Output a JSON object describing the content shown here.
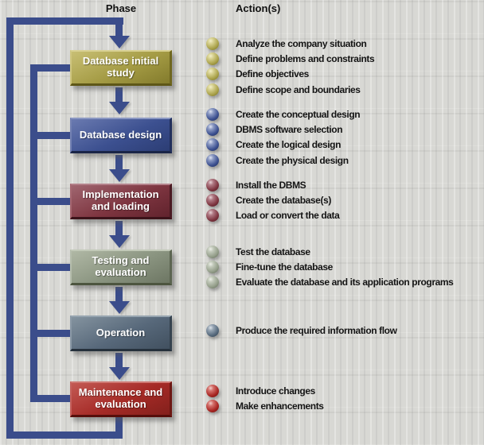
{
  "columns": {
    "phase_label": "Phase",
    "actions_label": "Action(s)"
  },
  "phases": [
    {
      "name": "Database initial study",
      "box_color": "#a49b44",
      "bullet_color": "#aaa24a",
      "actions": [
        "Analyze the company situation",
        "Define problems and constraints",
        "Define objectives",
        "Define scope and boundaries"
      ]
    },
    {
      "name": "Database design",
      "box_color": "#3c5090",
      "bullet_color": "#3c5090",
      "actions": [
        "Create the conceptual design",
        "DBMS software selection",
        "Create the logical design",
        "Create the physical design"
      ]
    },
    {
      "name": "Implementation and loading",
      "box_color": "#7e3540",
      "bullet_color": "#7e3540",
      "actions": [
        "Install the DBMS",
        "Create the database(s)",
        "Load or convert the data"
      ]
    },
    {
      "name": "Testing and evaluation",
      "box_color": "#8a9480",
      "bullet_color": "#949e8a",
      "actions": [
        "Test the database",
        "Fine-tune the database",
        "Evaluate the database and its application programs"
      ]
    },
    {
      "name": "Operation",
      "box_color": "#57687a",
      "bullet_color": "#566a7d",
      "actions": [
        "Produce the required information flow"
      ]
    },
    {
      "name": "Maintenance and evaluation",
      "box_color": "#a52a26",
      "bullet_color": "#a82522",
      "actions": [
        "Introduce changes",
        "Make enhancements"
      ]
    }
  ],
  "flow": {
    "line_color": "#3b4d8b",
    "direction": "top-to-bottom",
    "feedback_loop": "all phases loop back via left side lines"
  }
}
